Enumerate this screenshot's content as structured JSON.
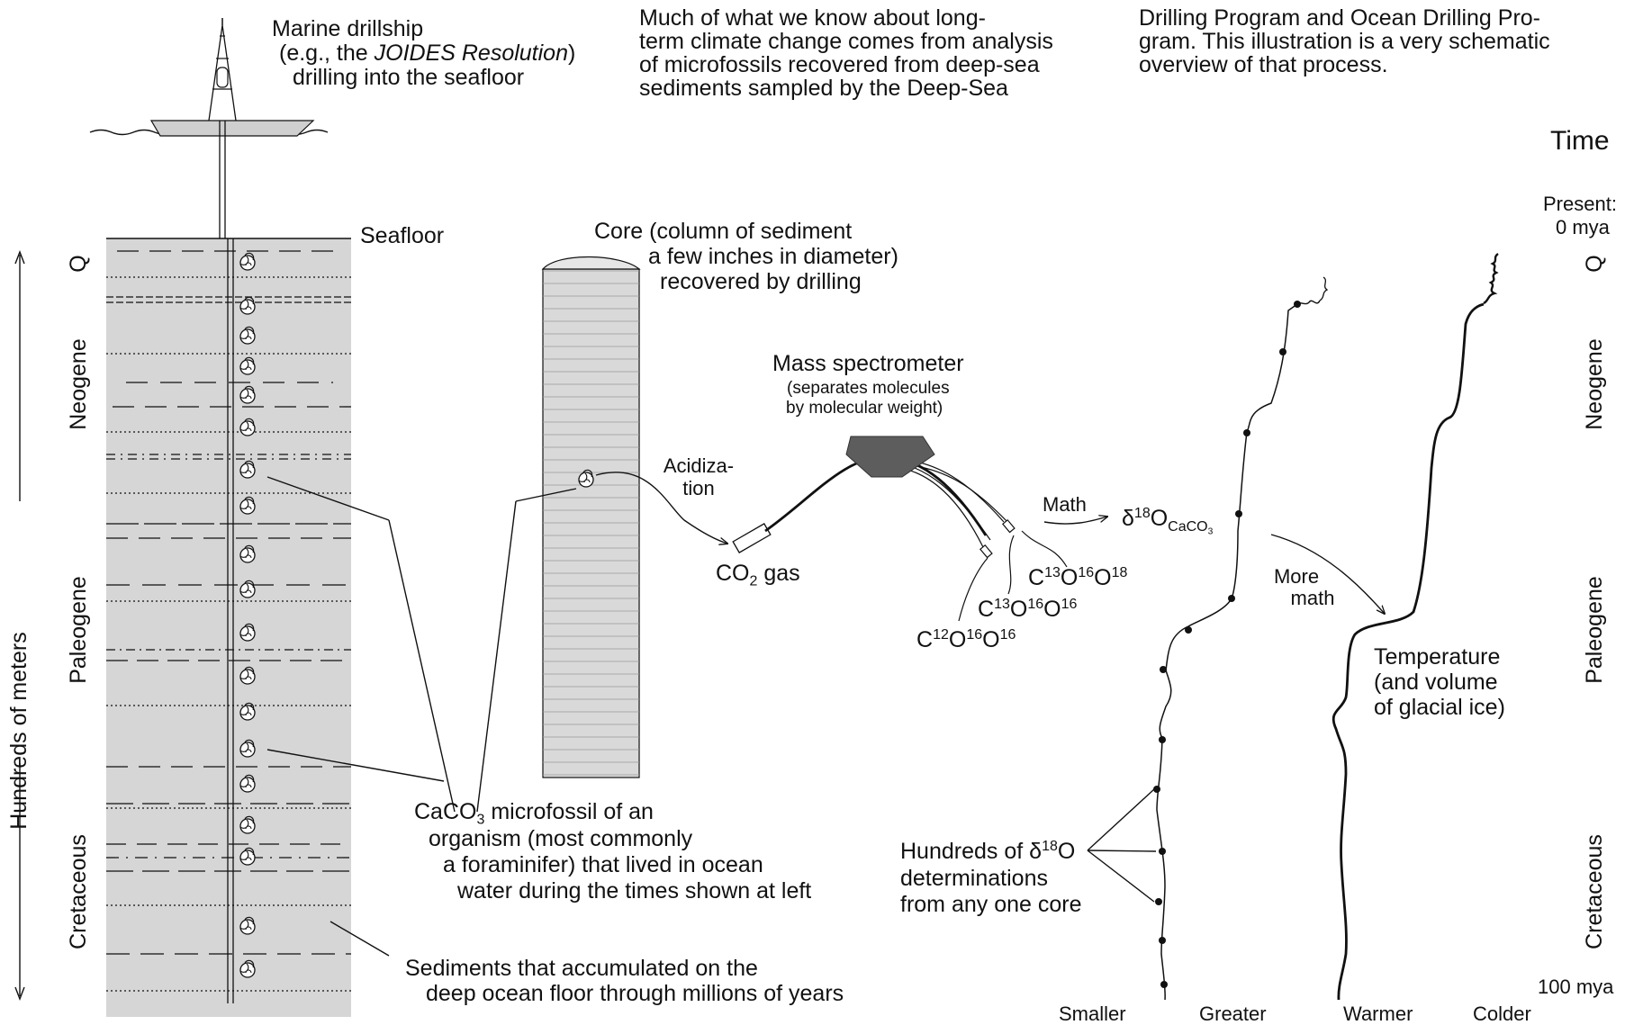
{
  "intro": {
    "line1": "Much of what we know about long-",
    "line2": "term climate change comes from analysis",
    "line3": "of microfossils recovered from deep-sea",
    "line4": "sediments sampled by the Deep-Sea",
    "line5": "Drilling Program and Ocean Drilling Pro-",
    "line6": "gram.  This illustration is a very schematic",
    "line7": "overview of that process."
  },
  "drillship": {
    "line1": "Marine drillship",
    "line2_pre": "(e.g., the ",
    "line2_name": "JOIDES Resolution",
    "line2_post": ")",
    "line3": "drilling into the seafloor"
  },
  "seafloor": "Seafloor",
  "depth_axis": "Hundreds of meters",
  "periods": [
    "Q",
    "Neogene",
    "Paleogene",
    "Cretaceous"
  ],
  "core": {
    "line1": "Core (column of sediment",
    "line2": "a few inches in diameter)",
    "line3": "recovered by drilling"
  },
  "acidization": {
    "line1": "Acidiza-",
    "line2": "tion"
  },
  "co2": {
    "pre": "CO",
    "sub": "2",
    "post": " gas"
  },
  "spectrometer": {
    "title": "Mass spectrometer",
    "sub1": "(separates molecules",
    "sub2": "by molecular weight)"
  },
  "math": "Math",
  "delta": {
    "symbol": "δ",
    "mass": "18",
    "element": "O",
    "sub": "CaCO",
    "sub_num": "3"
  },
  "isotopes": [
    {
      "c": "13",
      "o1": "16",
      "o2": "18"
    },
    {
      "c": "13",
      "o1": "16",
      "o2": "16"
    },
    {
      "c": "12",
      "o1": "16",
      "o2": "16"
    }
  ],
  "more_math": {
    "line1": "More",
    "line2": "math"
  },
  "temperature": {
    "line1": "Temperature",
    "line2": "(and volume",
    "line3": "of glacial ice)"
  },
  "microfossil": {
    "line1_pre": "CaCO",
    "line1_sub": "3",
    "line1_post": " microfossil of an",
    "line2": "organism (most commonly",
    "line3": "a foraminifer) that lived in ocean",
    "line4": "water during the times shown at left"
  },
  "sediments": {
    "line1": "Sediments that accumulated on the",
    "line2": "deep ocean floor through millions of years"
  },
  "determinations": {
    "line1_pre": "Hundreds of ",
    "line1_delta": "δ",
    "line1_mass": "18",
    "line1_el": "O",
    "line2": "determinations",
    "line3": "from any one core"
  },
  "time": {
    "title": "Time",
    "present1": "Present:",
    "present2": "0 mya",
    "end": "100 mya"
  },
  "axis_labels": {
    "smaller": "Smaller",
    "greater": "Greater",
    "warmer": "Warmer",
    "colder": "Colder"
  }
}
